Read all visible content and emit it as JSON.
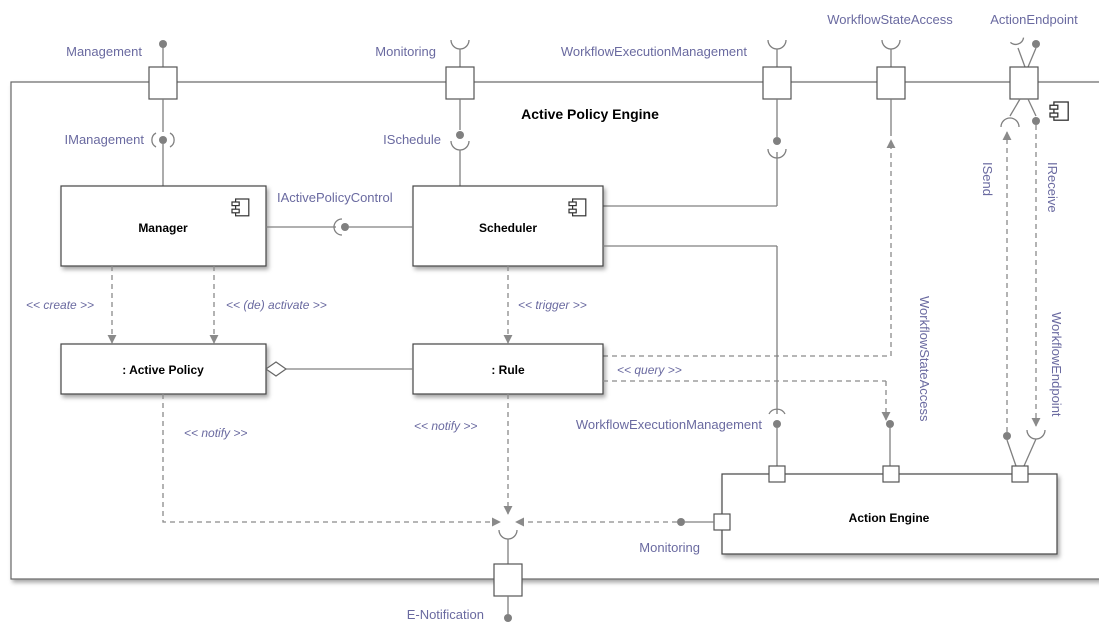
{
  "engine": {
    "title": "Active Policy Engine"
  },
  "ports": {
    "management": "Management",
    "monitoring_top": "Monitoring",
    "workflow_execution_management_top": "WorkflowExecutionManagement",
    "workflow_state_access_top": "WorkflowStateAccess",
    "action_endpoint": "ActionEndpoint",
    "e_notification": "E-Notification",
    "monitoring_bottom": "Monitoring"
  },
  "interfaces": {
    "imanagement": "IManagement",
    "ischedule": "ISchedule",
    "iactive_policy_control": "IActivePolicyControl",
    "isend": "ISend",
    "ireceive": "IReceive",
    "workflow_state_access_vertical": "WorkflowStateAccess",
    "workflow_endpoint_vertical": "WorkflowEndpoint",
    "workflow_execution_management_mid": "WorkflowExecutionManagement"
  },
  "components": {
    "manager": "Manager",
    "scheduler": "Scheduler",
    "active_policy": ": Active Policy",
    "rule": ": Rule",
    "action_engine": "Action Engine"
  },
  "dependencies": {
    "create": "<< create >>",
    "deactivate": "<< (de) activate >>",
    "trigger": "<< trigger >>",
    "query": "<< query >>",
    "notify_left": "<< notify >>",
    "notify_right": "<< notify >>"
  },
  "colors": {
    "label": "#6a6aa0",
    "line": "#808080",
    "border": "#444444"
  }
}
